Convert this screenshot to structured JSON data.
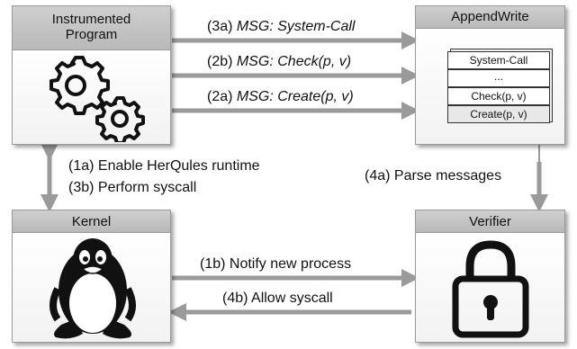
{
  "boxes": {
    "program": {
      "title_line1": "Instrumented",
      "title_line2": "Program"
    },
    "appendwrite": {
      "title": "AppendWrite"
    },
    "kernel": {
      "title": "Kernel"
    },
    "verifier": {
      "title": "Verifier"
    }
  },
  "queue": {
    "items": [
      "System-Call",
      "...",
      "Check(p, v)",
      "Create(p, v)"
    ]
  },
  "messages": {
    "m3a_id": "(3a)",
    "m3a_text": "MSG: System-Call",
    "m2b_id": "(2b)",
    "m2b_text": "MSG: Check(p, v)",
    "m2a_id": "(2a)",
    "m2a_text": "MSG: Create(p, v)",
    "m1a": "(1a) Enable HerQules runtime",
    "m3b": "(3b) Perform syscall",
    "m4a": "(4a) Parse messages",
    "m1b": "(1b) Notify new process",
    "m4b": "(4b) Allow syscall"
  },
  "colors": {
    "arrow": "#9a9a9a",
    "header": "#c4c4c4",
    "border": "#9a9a9a"
  },
  "icons": [
    "gears-icon",
    "tux-penguin-icon",
    "padlock-icon"
  ]
}
